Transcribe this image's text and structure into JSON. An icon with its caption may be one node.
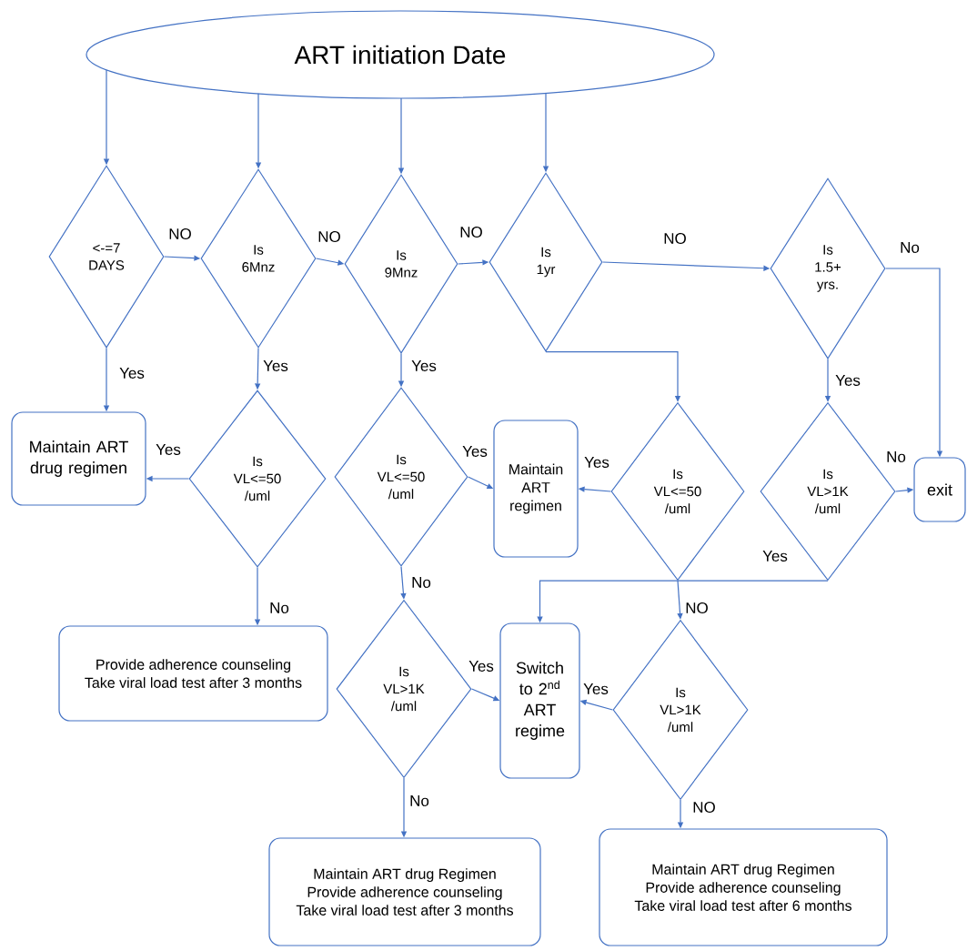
{
  "diagram": {
    "nodes": [
      {
        "text": [
          "ART initiation  Date"
        ]
      },
      {
        "text": [
          "<-=7 DAYS"
        ]
      },
      {
        "text": [
          "Is 6Mnz"
        ]
      },
      {
        "text": [
          "Is 9Mnz"
        ]
      },
      {
        "text": [
          "Is 1yr"
        ]
      },
      {
        "text": [
          "Is 1.5+ yrs."
        ]
      },
      {
        "text": [
          "Maintain ART drug regimen"
        ]
      },
      {
        "text": [
          "Is VL<=50 /uml"
        ]
      },
      {
        "text": [
          "Is VL<=50 /uml"
        ]
      },
      {
        "text": [
          "Maintain ART regimen"
        ]
      },
      {
        "text": [
          "Is VL<=50 /uml"
        ]
      },
      {
        "text": [
          "Is VL>1K /uml"
        ]
      },
      {
        "text": [
          "exit"
        ]
      },
      {
        "text": [
          "Provide adherence counseling",
          "Take viral load test after 3 months"
        ]
      },
      {
        "text": [
          "Is VL>1K /uml"
        ]
      },
      {
        "text": [
          "Switch to 2$^{nd}$ ART regime"
        ]
      },
      {
        "text": [
          "Is VL>1K /uml"
        ]
      },
      {
        "text": [
          "Maintain  ART drug Regimen",
          "Provide adherence counseling",
          "Take viral load test after 3 months"
        ]
      },
      {
        "text": [
          "Maintain  ART drug Regimen",
          "Provide adherence counseling",
          "Take viral load test after 6 months"
        ]
      }
    ],
    "edges": [
      {
        "from": 0,
        "to": 1,
        "arrow": "to"
      },
      {
        "from": 0,
        "to": 2,
        "arrow": "to"
      },
      {
        "from": 0,
        "to": 3,
        "arrow": "to"
      },
      {
        "from": 0,
        "to": 4,
        "arrow": "to"
      },
      {
        "from": 1,
        "to": 2,
        "arrow": "to",
        "label": "NO"
      },
      {
        "from": 2,
        "to": 3,
        "arrow": "to",
        "label": "NO"
      },
      {
        "from": 3,
        "to": 4,
        "arrow": "to",
        "label": "NO"
      },
      {
        "from": 4,
        "to": 5,
        "arrow": "to",
        "label": "NO"
      },
      {
        "from": 1,
        "to": 6,
        "arrow": "to",
        "label": "Yes"
      },
      {
        "from": 2,
        "to": 7,
        "arrow": "to",
        "label": "Yes"
      },
      {
        "from": 3,
        "to": 8,
        "arrow": "to",
        "label": "Yes"
      },
      {
        "from": 4,
        "to": 10,
        "arrow": "to"
      },
      {
        "from": 5,
        "to": 11,
        "arrow": "to",
        "label": "Yes"
      },
      {
        "from": 5,
        "to": 12,
        "arrow": "to",
        "label": "No"
      },
      {
        "from": 7,
        "to": 6,
        "arrow": "to",
        "label": "Yes"
      },
      {
        "from": 7,
        "to": 13,
        "arrow": "to",
        "label": "No"
      },
      {
        "from": 8,
        "to": 9,
        "arrow": "to",
        "label": "Yes"
      },
      {
        "from": 8,
        "to": 14,
        "arrow": "to",
        "label": "No"
      },
      {
        "from": 10,
        "to": 9,
        "arrow": "to",
        "label": "Yes"
      },
      {
        "from": 10,
        "to": 16,
        "arrow": "to",
        "label": "NO"
      },
      {
        "from": 11,
        "to": 15,
        "arrow": "to",
        "label": "Yes"
      },
      {
        "from": 11,
        "to": 12,
        "arrow": "to",
        "label": "No"
      },
      {
        "from": 14,
        "to": 15,
        "arrow": "to",
        "label": "Yes"
      },
      {
        "from": 14,
        "to": 17,
        "arrow": "to",
        "label": "No"
      },
      {
        "from": 16,
        "to": 15,
        "arrow": "to",
        "label": "Yes"
      },
      {
        "from": 16,
        "to": 18,
        "arrow": "to",
        "label": "NO"
      }
    ]
  }
}
